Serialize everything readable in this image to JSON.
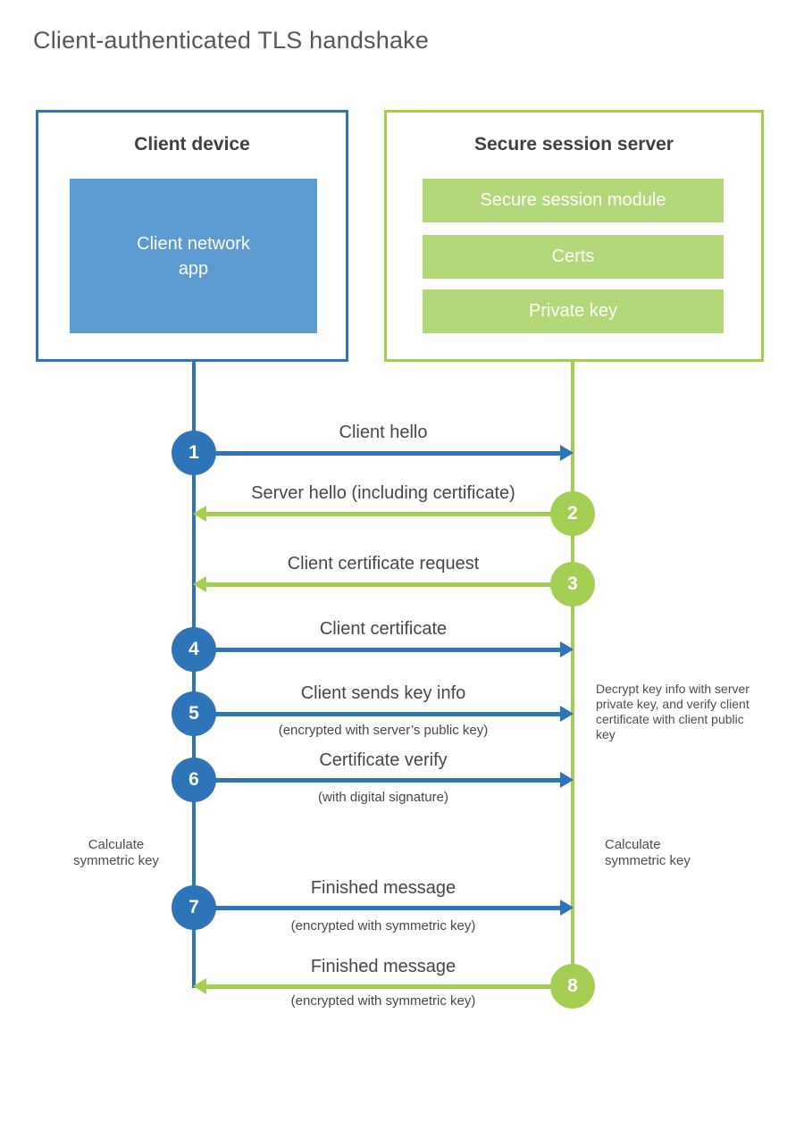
{
  "title": "Client-authenticated TLS handshake",
  "colors": {
    "client_accent": "#2e74b8",
    "client_fill": "#5c9bd2",
    "server_accent": "#a4ce51",
    "server_fill": "#b2d87a",
    "label_text": "#44474c"
  },
  "client_box": {
    "title": "Client device",
    "app_line1": "Client network",
    "app_line2": "app"
  },
  "server_box": {
    "title": "Secure session server",
    "modules": [
      "Secure session module",
      "Certs",
      "Private key"
    ]
  },
  "steps": [
    {
      "number": "1",
      "label": "Client hello",
      "sublabel": "",
      "from": "client",
      "to": "server"
    },
    {
      "number": "2",
      "label": "Server hello (including certificate)",
      "sublabel": "",
      "from": "server",
      "to": "client"
    },
    {
      "number": "3",
      "label": "Client certificate request",
      "sublabel": "",
      "from": "server",
      "to": "client"
    },
    {
      "number": "4",
      "label": "Client certificate",
      "sublabel": "",
      "from": "client",
      "to": "server"
    },
    {
      "number": "5",
      "label": "Client sends key info",
      "sublabel": "(encrypted with server’s public key)",
      "from": "client",
      "to": "server"
    },
    {
      "number": "6",
      "label": "Certificate verify",
      "sublabel": "(with digital signature)",
      "from": "client",
      "to": "server"
    },
    {
      "number": "7",
      "label": "Finished message",
      "sublabel": "(encrypted with symmetric key)",
      "from": "client",
      "to": "server"
    },
    {
      "number": "8",
      "label": "Finished message",
      "sublabel": "(encrypted with symmetric key)",
      "from": "server",
      "to": "client"
    }
  ],
  "annotations": {
    "server_note": "Decrypt key info with server private key, and verify client certificate with client public key",
    "client_calc": "Calculate symmetric key",
    "server_calc": "Calculate symmetric key"
  }
}
